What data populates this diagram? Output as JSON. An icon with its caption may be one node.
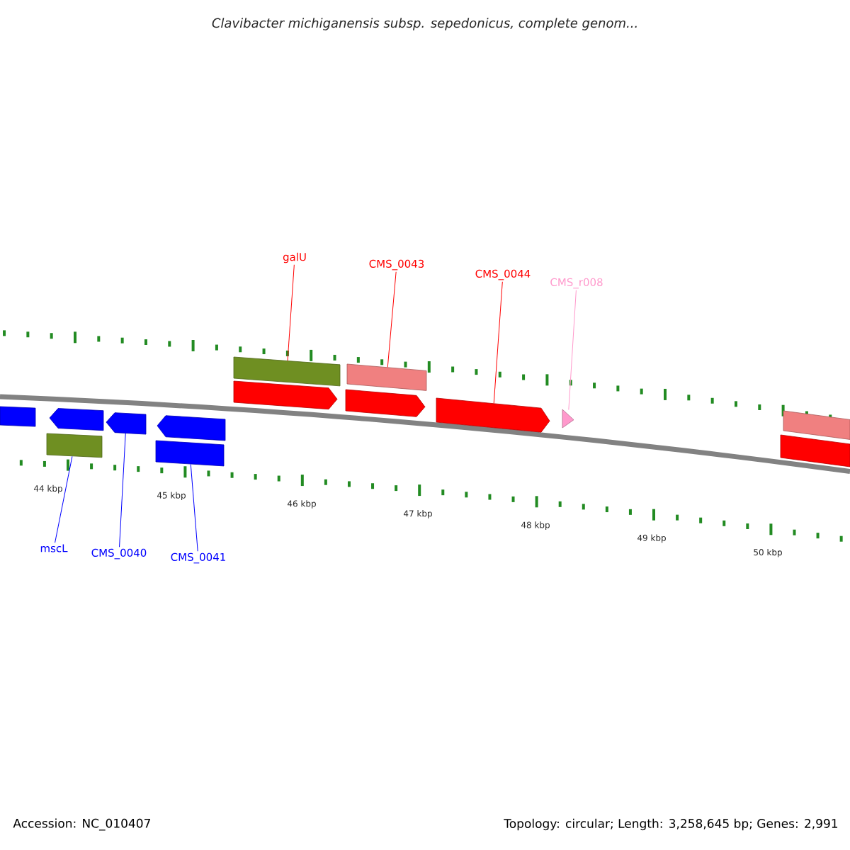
{
  "diagram": {
    "title": "Clavibacter michiganensis subsp. sepedonicus, complete genom...",
    "nodes": [
      {
        "text": [
          "galU"
        ]
      },
      {
        "text": [
          "CMS_0043"
        ]
      },
      {
        "text": [
          "CMS_0044"
        ]
      },
      {
        "text": [
          "CMS_r008"
        ]
      },
      {
        "text": [
          "mscL"
        ]
      },
      {
        "text": [
          "CMS_0040"
        ]
      },
      {
        "text": [
          "CMS_0041"
        ]
      },
      {
        "text": [],
        "shape": "bar"
      },
      {
        "text": [],
        "shape": "arrow"
      },
      {
        "text": [],
        "shape": "bar"
      },
      {
        "text": [],
        "shape": "bar"
      },
      {
        "text": [],
        "shape": "bar"
      },
      {
        "text": [],
        "shape": "arrow"
      },
      {
        "text": [],
        "shape": "triangle"
      }
    ],
    "edges": [
      {
        "from": 0,
        "to": 10,
        "arrow": "none",
        "color": "#ff0000"
      },
      {
        "from": 1,
        "to": 11,
        "arrow": "none",
        "color": "#ff0000"
      },
      {
        "from": 2,
        "to": 12,
        "arrow": "none",
        "color": "#ff0000"
      },
      {
        "from": 3,
        "to": 13,
        "arrow": "none",
        "color": "#ff99cc"
      },
      {
        "from": 4,
        "to": 7,
        "arrow": "none",
        "color": "#0000ff"
      },
      {
        "from": 5,
        "to": 8,
        "arrow": "none",
        "color": "#0000ff"
      },
      {
        "from": 6,
        "to": 9,
        "arrow": "none",
        "color": "#0000ff"
      }
    ],
    "labels": [
      "44 kbp",
      "45 kbp",
      "46 kbp",
      "47 kbp",
      "48 kbp",
      "49 kbp",
      "50 kbp",
      "Accession: NC_010407",
      "Topology: circular; Length: 3,258,645 bp; Genes: 2,991"
    ]
  }
}
